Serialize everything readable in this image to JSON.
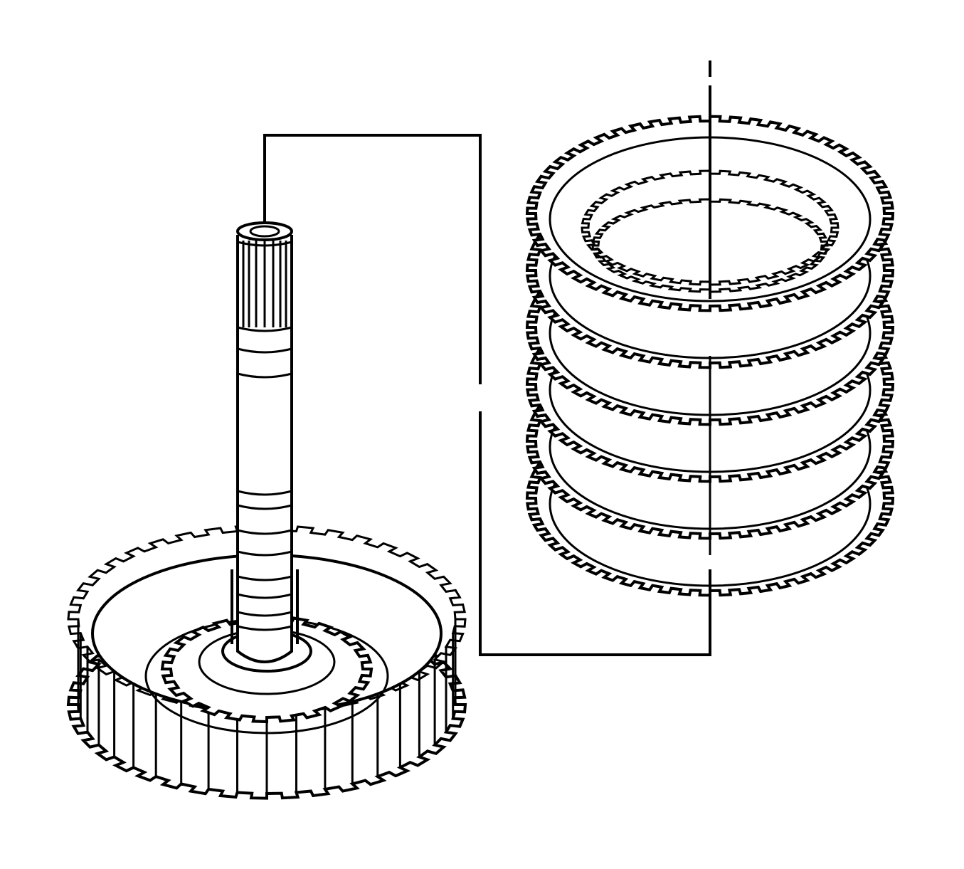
{
  "colors": {
    "line": "#000000",
    "background": "#ffffff"
  },
  "diagram": {
    "components": [
      "input-shaft",
      "clutch-hub",
      "clutch-plate-stack"
    ],
    "plate_stack_count": 6
  }
}
